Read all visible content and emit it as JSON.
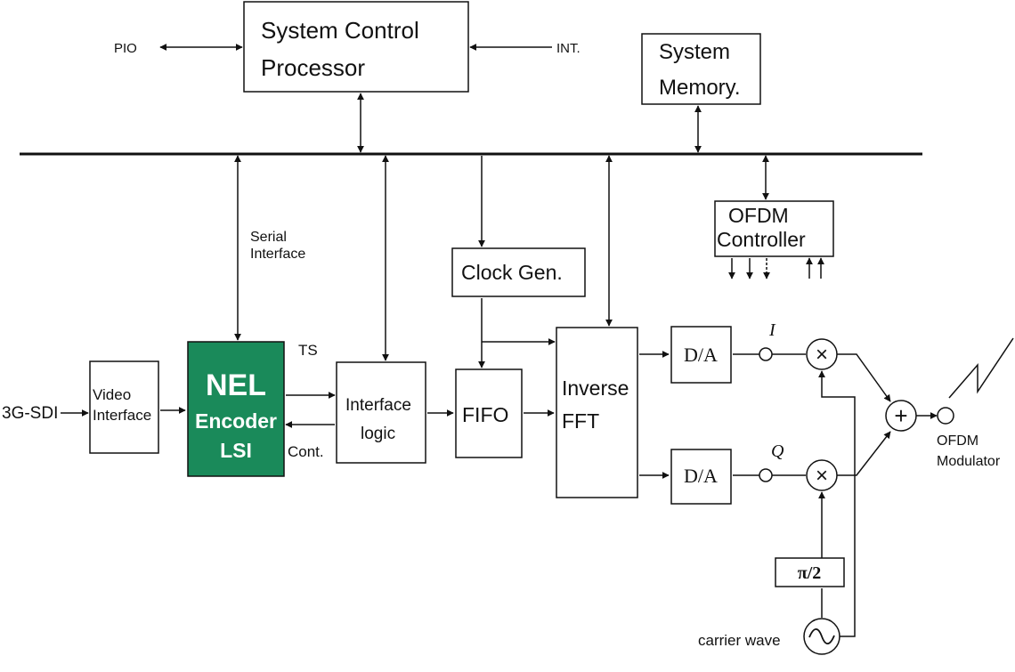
{
  "diagram": {
    "blocks": {
      "system_control_processor": [
        "System Control",
        "Processor"
      ],
      "system_memory": [
        "System",
        "Memory."
      ],
      "ofdm_controller": [
        "OFDM",
        "Controller"
      ],
      "clock_gen": "Clock Gen.",
      "video_interface": [
        "Video",
        "Interface"
      ],
      "nel_encoder": [
        "NEL",
        "Encoder",
        "LSI"
      ],
      "interface_logic": [
        "Interface",
        "logic"
      ],
      "fifo": "FIFO",
      "inverse_fft": [
        "Inverse",
        "FFT"
      ],
      "da_i": "D/A",
      "da_q": "D/A",
      "pi_half": "π/2"
    },
    "labels": {
      "pio": "PIO",
      "int": "INT.",
      "serial_interface": [
        "Serial",
        "Interface"
      ],
      "ts": "TS",
      "cont": "Cont.",
      "input_3gsdi": "3G-SDI",
      "i_signal": "I",
      "q_signal": "Q",
      "ofdm_modulator": [
        "OFDM",
        "Modulator"
      ],
      "carrier_wave": "carrier wave"
    },
    "symbols": {
      "multiplier": "×",
      "adder": "+",
      "oscillator": "~"
    },
    "colors": {
      "encoder_fill": "#1a8a5a",
      "encoder_text": "#ffffff",
      "line": "#111111"
    }
  }
}
